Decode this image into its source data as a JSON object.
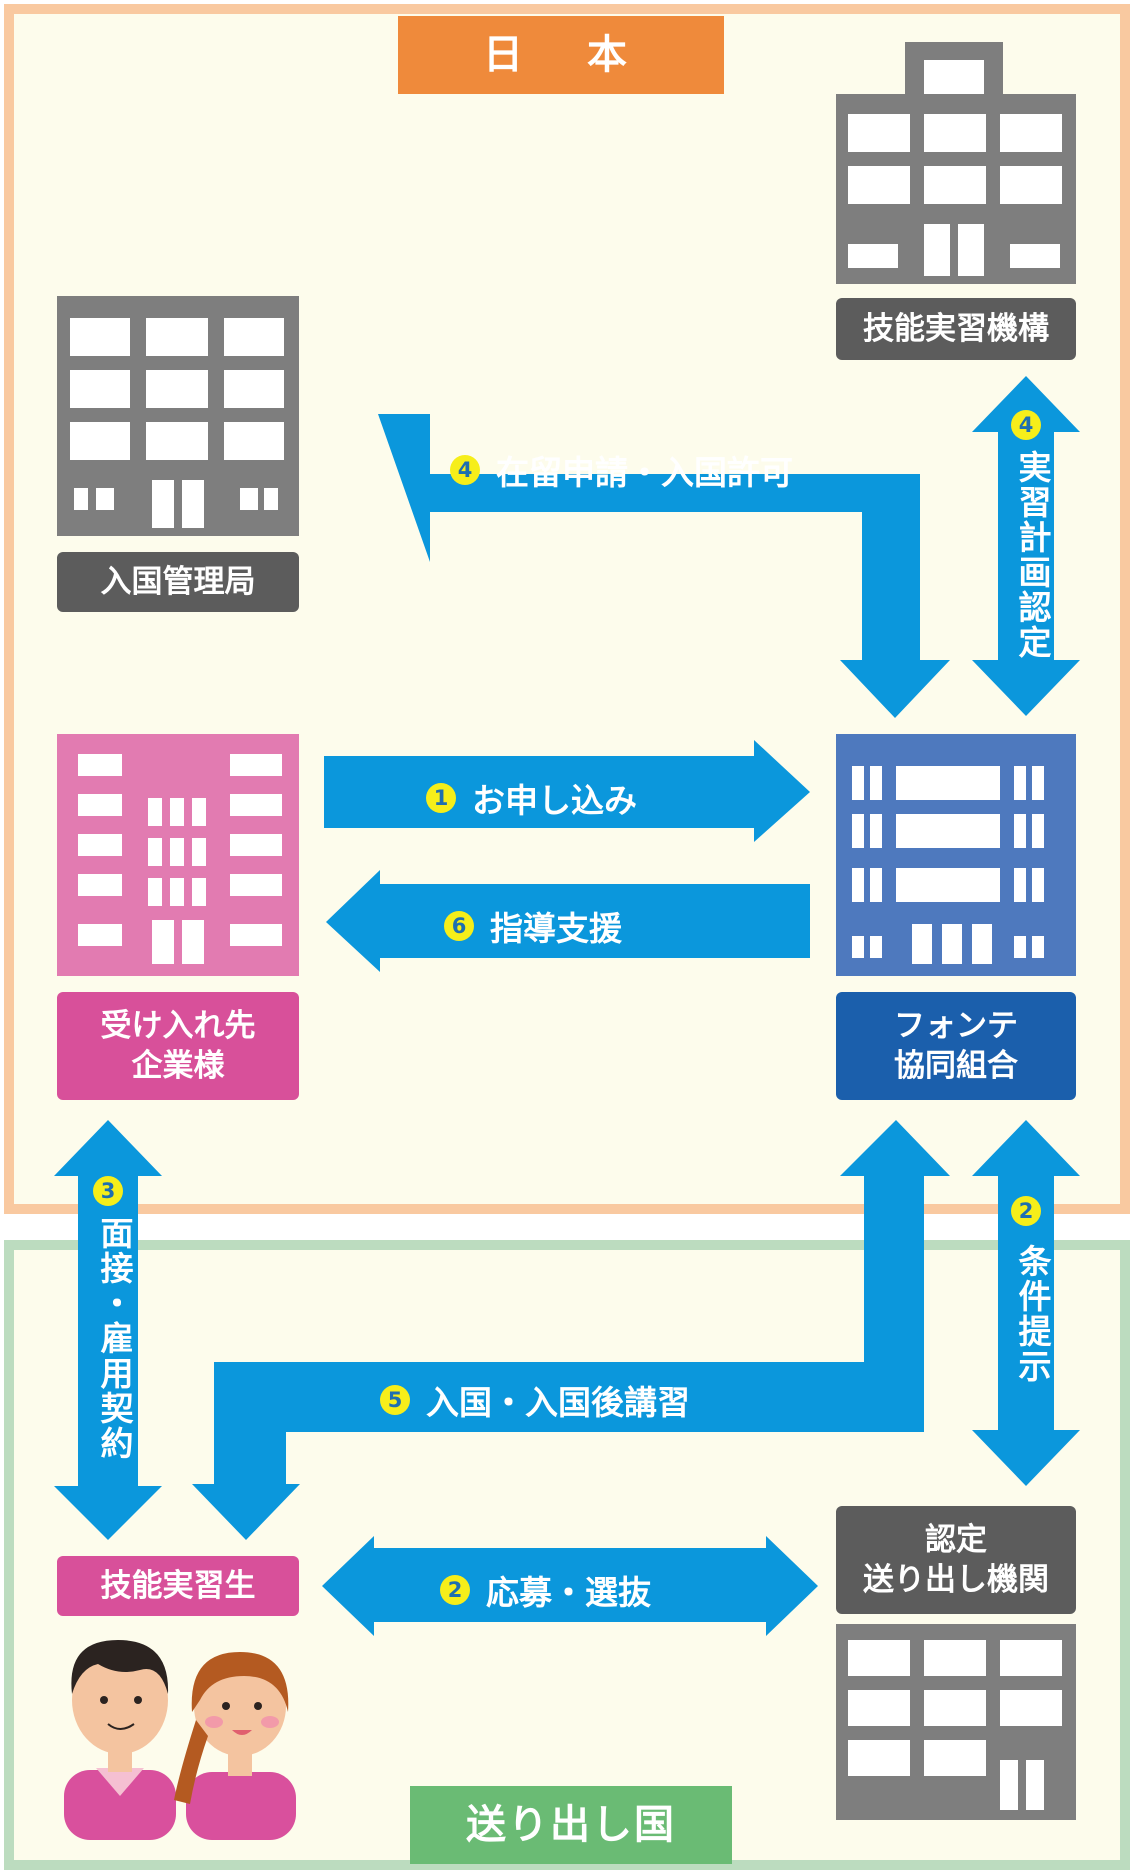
{
  "regions": {
    "japan": "日　本",
    "sending_country": "送り出し国"
  },
  "organizations": {
    "otit": "技能実習機構",
    "immigration": "入国管理局",
    "host_company": "受け入れ先\n企業様",
    "fonte": "フォンテ\n協同組合",
    "trainee": "技能実習生",
    "sending_org": "認定\n送り出し機関"
  },
  "arrows": {
    "residence": {
      "num": "4",
      "label": "在留申請・入国許可"
    },
    "plan": {
      "num": "4",
      "label": "実習計画認定"
    },
    "apply": {
      "num": "1",
      "label": "お申し込み"
    },
    "guidance": {
      "num": "6",
      "label": "指導支援"
    },
    "interview": {
      "num": "3",
      "label": "面接・雇用契約"
    },
    "conditions": {
      "num": "2",
      "label": "条件提示"
    },
    "entry": {
      "num": "5",
      "label": "入国・入国後講習"
    },
    "selection": {
      "num": "2",
      "label": "応募・選抜"
    }
  },
  "colors": {
    "japan_border": "#f9c9a0",
    "japan_tab": "#ef8a3b",
    "sending_border": "#bcdcbf",
    "sending_tab": "#6abb74",
    "arrow": "#0b97dc",
    "gray_building": "#7e7e7e",
    "gray_label": "#5c5c5c",
    "pink_building": "#e27bb1",
    "pink_label": "#d8509a",
    "blue_building": "#4e79be",
    "blue_label": "#1b5fac"
  }
}
